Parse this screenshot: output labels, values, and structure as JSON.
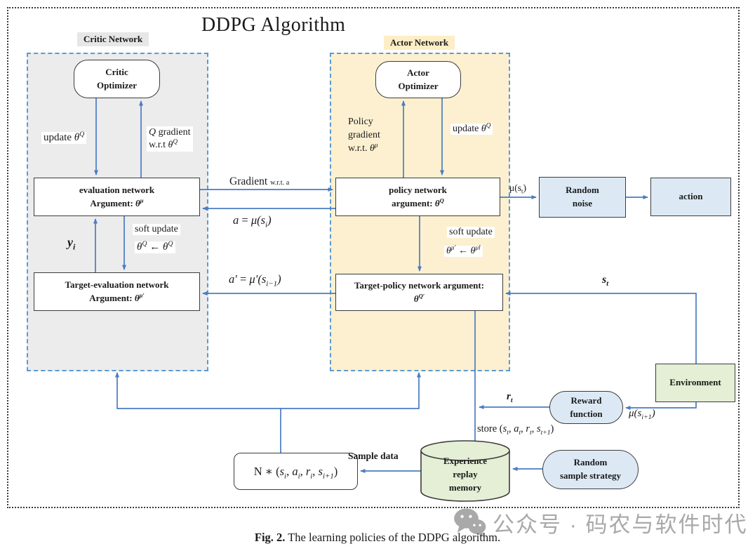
{
  "title": "DDPG Algorithm",
  "caption": {
    "prefix": "Fig. 2.",
    "text": " The learning policies of the DDPG algorithm."
  },
  "watermark": {
    "text": "公众号 · 码农与软件时代",
    "icon": "wechat-icon",
    "color": "#a9a9a9"
  },
  "colors": {
    "arrow_blue": "#4a7cc2",
    "dashed_border_blue": "#5b9bd5",
    "critic_panel_fill": "#ececec",
    "actor_panel_fill": "#fcf0d0",
    "blue_node_fill": "#dce9f5",
    "green_node_fill": "#e4efd6",
    "node_border": "#3c3c3c"
  },
  "critic": {
    "label": "Critic Network",
    "optimizer_line1": "Critic",
    "optimizer_line2": "Optimizer",
    "update_label": [
      {
        "t": "update "
      },
      {
        "t": "θ",
        "i": true
      },
      {
        "t": "Q",
        "i": true,
        "sup": true
      }
    ],
    "q_gradient_line1": [
      {
        "t": "Q",
        "i": true
      },
      {
        "t": " gradient"
      }
    ],
    "q_gradient_line2": [
      {
        "t": "w.r.t "
      },
      {
        "t": "θ",
        "i": true
      },
      {
        "t": "Q",
        "i": true,
        "sup": true
      }
    ],
    "eval_line1": "evaluation network",
    "eval_line2": [
      {
        "t": "Argument: "
      },
      {
        "t": "θ",
        "i": true
      },
      {
        "t": "μ",
        "i": true,
        "sup": true
      }
    ],
    "yi": [
      {
        "t": "y",
        "i": true
      },
      {
        "t": "i",
        "i": true,
        "sub": true
      }
    ],
    "soft_update_title": "soft update",
    "soft_update_eq": [
      {
        "t": "θ",
        "i": true
      },
      {
        "t": "Q",
        "i": true,
        "sup": true
      },
      {
        "t": " ← "
      },
      {
        "t": "θ",
        "i": true
      },
      {
        "t": "Q",
        "i": true,
        "sup": true
      }
    ],
    "target_line1": "Target-evaluation network",
    "target_line2": [
      {
        "t": "Argument: "
      },
      {
        "t": "θ",
        "i": true
      },
      {
        "t": "μ′",
        "i": true,
        "sup": true
      }
    ]
  },
  "actor": {
    "label": "Actor Network",
    "optimizer_line1": "Actor",
    "optimizer_line2": "Optimizer",
    "policy_gradient_line1": "Policy",
    "policy_gradient_line2": "gradient",
    "policy_gradient_line3": [
      {
        "t": "w.r.t. "
      },
      {
        "t": "θ",
        "i": true
      },
      {
        "t": "μ",
        "i": true,
        "sup": true
      }
    ],
    "update_label": [
      {
        "t": "update "
      },
      {
        "t": "θ",
        "i": true
      },
      {
        "t": "Q",
        "i": true,
        "sup": true
      }
    ],
    "policy_line1": "policy network",
    "policy_line2": [
      {
        "t": "argument: "
      },
      {
        "t": "θ",
        "i": true
      },
      {
        "t": "Q",
        "i": true,
        "sup": true
      }
    ],
    "soft_update_title": "soft update",
    "soft_update_eq": [
      {
        "t": "θ",
        "i": true
      },
      {
        "t": "μ′",
        "i": true,
        "sup": true
      },
      {
        "t": " ← "
      },
      {
        "t": "θ",
        "i": true
      },
      {
        "t": "μl",
        "i": true,
        "sup": true
      }
    ],
    "target_line1": "Target-policy network argument:",
    "target_line2": [
      {
        "t": "θ",
        "i": true
      },
      {
        "t": "Q′",
        "i": true,
        "sup": true
      }
    ]
  },
  "flow": {
    "gradient_wrt_a": [
      {
        "t": "Gradient "
      },
      {
        "t": "w.r.t. a",
        "sm": true
      }
    ],
    "a_eq": [
      {
        "t": "a",
        "i": true
      },
      {
        "t": " = "
      },
      {
        "t": "μ",
        "i": true
      },
      {
        "t": "(",
        "i": true
      },
      {
        "t": "s",
        "i": true
      },
      {
        "t": "i",
        "i": true,
        "sub": true
      },
      {
        "t": ")",
        "i": true
      }
    ],
    "a_prime_eq": [
      {
        "t": "a′",
        "i": true
      },
      {
        "t": " = "
      },
      {
        "t": "μ′",
        "i": true
      },
      {
        "t": "(",
        "i": true
      },
      {
        "t": "s",
        "i": true
      },
      {
        "t": "i−1",
        "i": true,
        "sub": true
      },
      {
        "t": ")",
        "i": true
      }
    ],
    "mu_st": [
      {
        "t": "μ(s"
      },
      {
        "t": "t",
        "sub": true
      },
      {
        "t": ")"
      }
    ],
    "s_t": [
      {
        "t": "s",
        "i": true
      },
      {
        "t": "t",
        "i": true,
        "sub": true
      }
    ],
    "r_t": [
      {
        "t": "r",
        "i": true
      },
      {
        "t": "t",
        "i": true,
        "sub": true
      }
    ],
    "mu_si1": [
      {
        "t": "μ",
        "i": true
      },
      {
        "t": "(",
        "i": true
      },
      {
        "t": "s",
        "i": true
      },
      {
        "t": "i+1",
        "i": true,
        "sub": true
      },
      {
        "t": ")",
        "i": true
      }
    ],
    "store": [
      {
        "t": "store ("
      },
      {
        "t": "s",
        "i": true
      },
      {
        "t": "t",
        "i": true,
        "sub": true
      },
      {
        "t": ", "
      },
      {
        "t": "a",
        "i": true
      },
      {
        "t": "t",
        "i": true,
        "sub": true
      },
      {
        "t": ", "
      },
      {
        "t": "r",
        "i": true
      },
      {
        "t": "t",
        "i": true,
        "sub": true
      },
      {
        "t": ", "
      },
      {
        "t": "s",
        "i": true
      },
      {
        "t": "t+1",
        "i": true,
        "sub": true
      },
      {
        "t": ")"
      }
    ],
    "sample_data": "Sample data",
    "n_expr": [
      {
        "t": "N ∗ ("
      },
      {
        "t": "s",
        "i": true
      },
      {
        "t": "i",
        "i": true,
        "sub": true
      },
      {
        "t": ", "
      },
      {
        "t": "a",
        "i": true
      },
      {
        "t": "i",
        "i": true,
        "sub": true
      },
      {
        "t": ", "
      },
      {
        "t": "r",
        "i": true
      },
      {
        "t": "i",
        "i": true,
        "sub": true
      },
      {
        "t": ", "
      },
      {
        "t": "s",
        "i": true
      },
      {
        "t": "i+1",
        "i": true,
        "sub": true
      },
      {
        "t": ")"
      }
    ]
  },
  "nodes": {
    "random_noise_line1": "Random",
    "random_noise_line2": "noise",
    "action": "action",
    "environment": "Environment",
    "reward_line1": "Reward",
    "reward_line2": "function",
    "replay_line1": "Experience",
    "replay_line2": "replay",
    "replay_line3": "memory",
    "random_sample_line1": "Random",
    "random_sample_line2": "sample strategy"
  }
}
